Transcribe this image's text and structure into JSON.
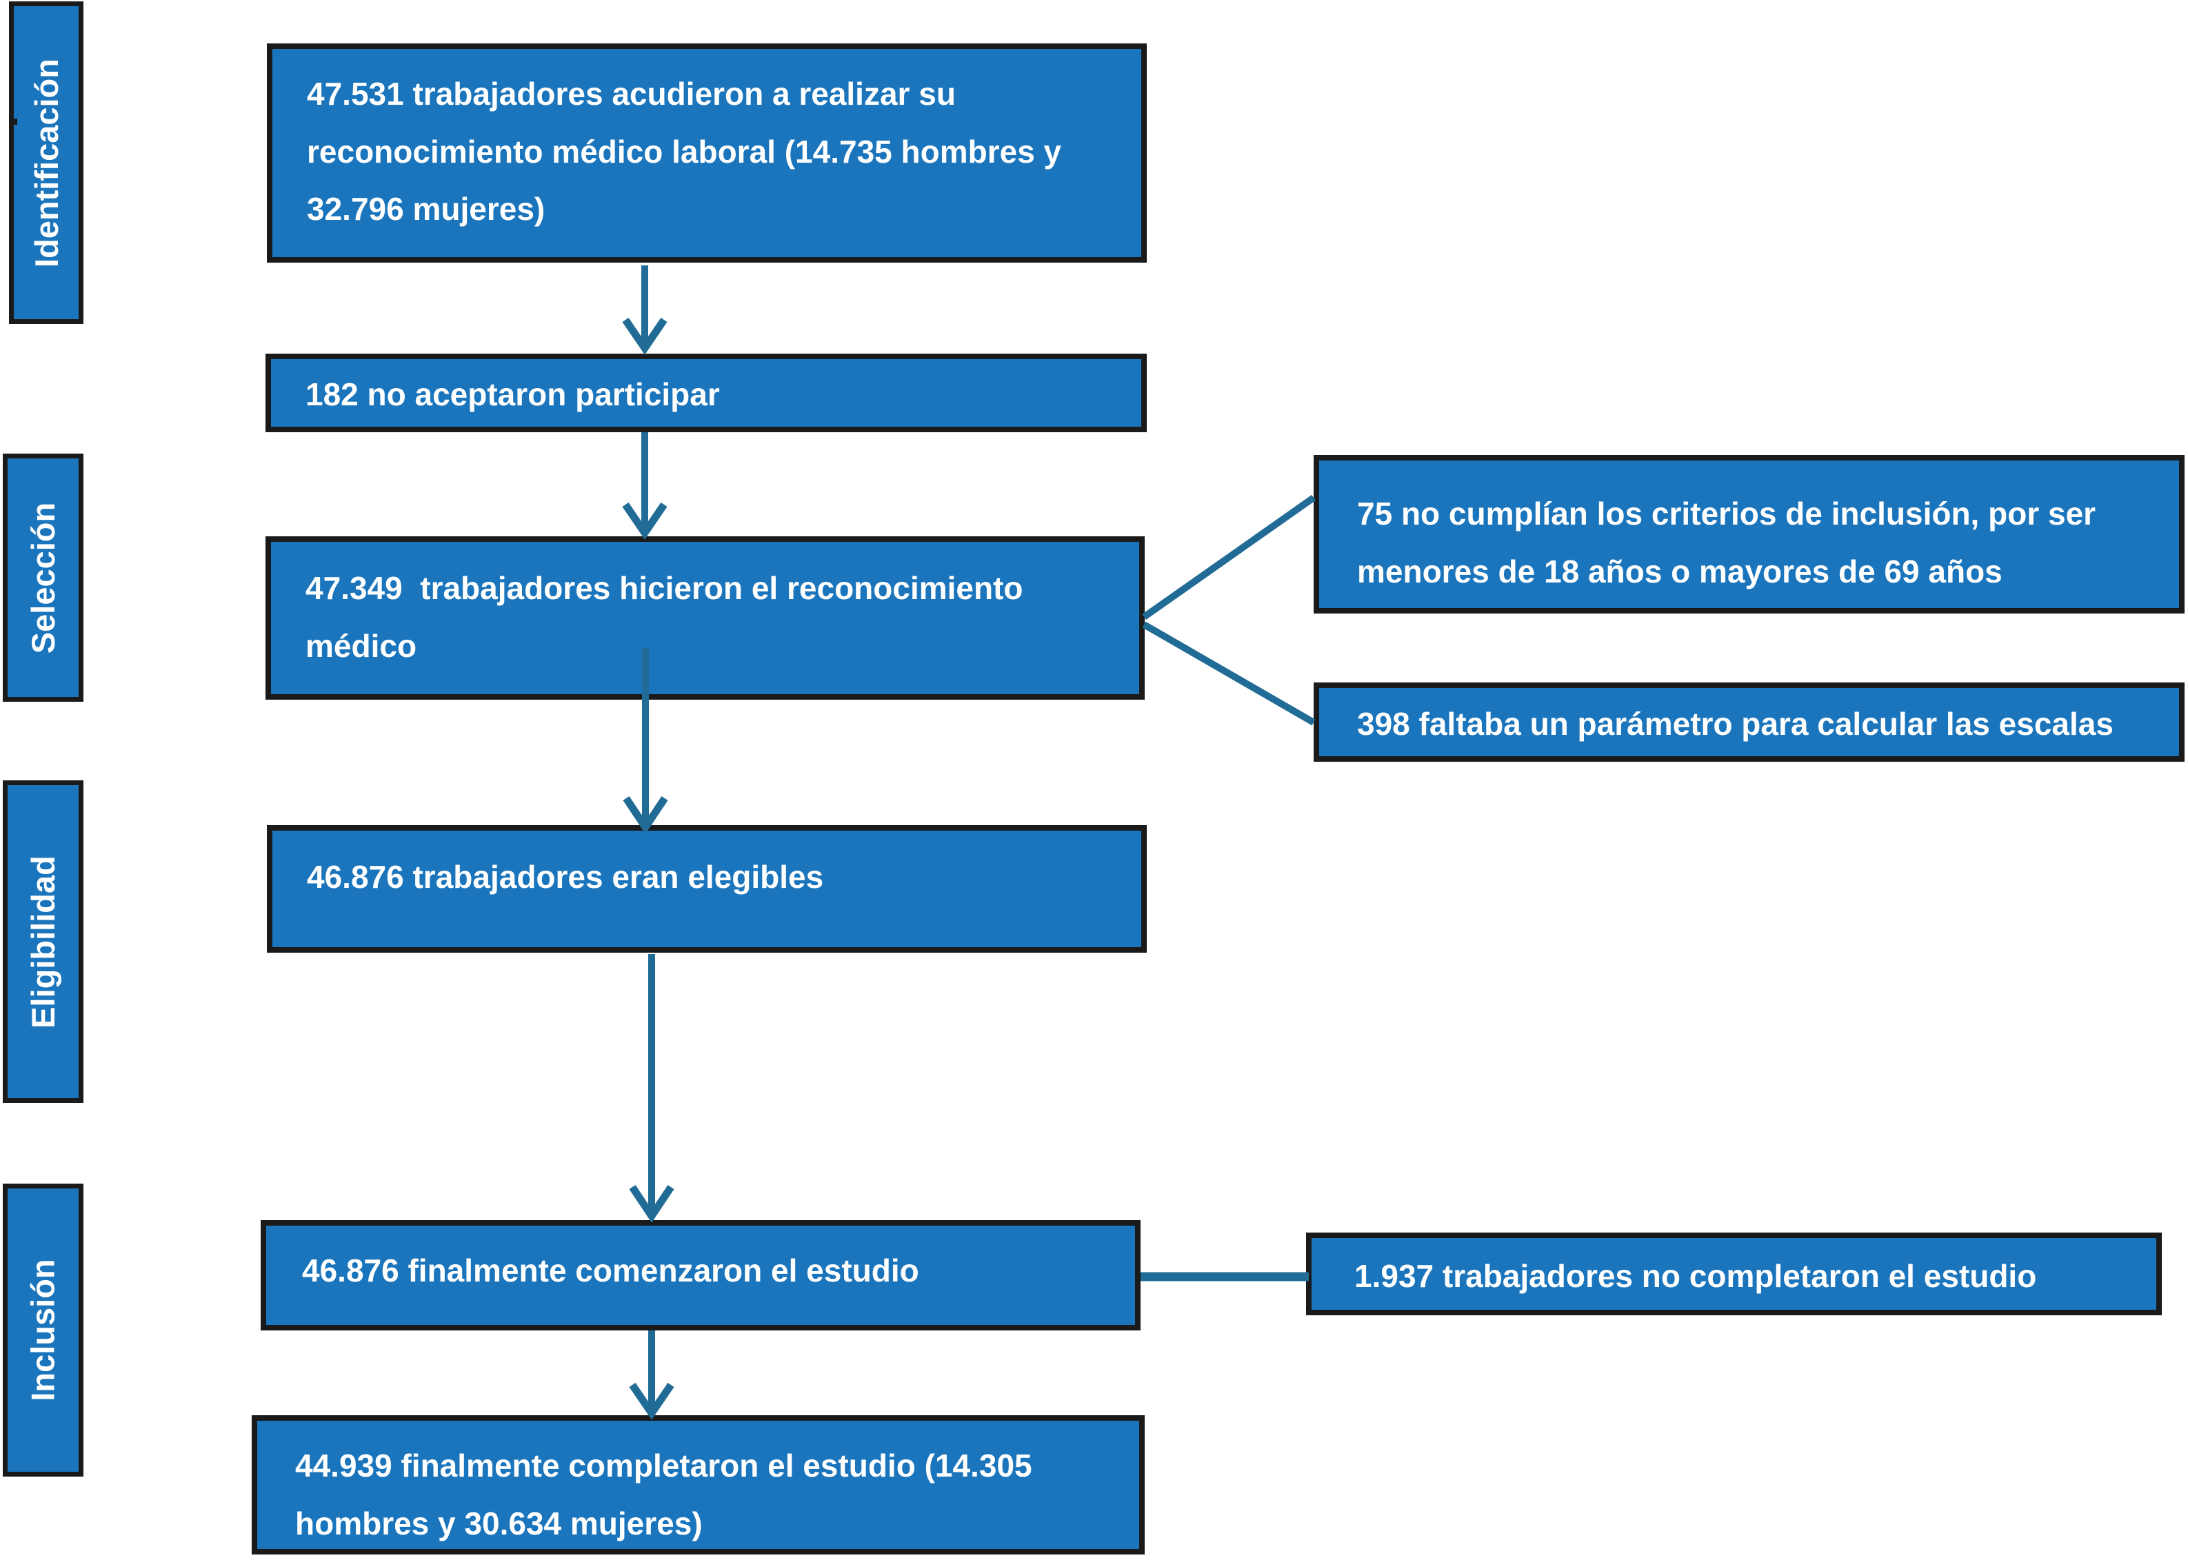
{
  "palette": {
    "box_fill": "#1B75BC",
    "box_border": "#1A1A1A",
    "arrow": "#216C96",
    "text_color": "#FFFFFF",
    "page_bg": "#FFFFFF"
  },
  "stages": [
    {
      "label": "Identificación"
    },
    {
      "label": "Selección"
    },
    {
      "label": "Eligibilidad"
    },
    {
      "label": "Inclusión"
    }
  ],
  "boxes": {
    "attended": {
      "text": "47.531 trabajadores acudieron a realizar su reconocimiento médico laboral (14.735 hombres y 32.796 mujeres)"
    },
    "declined": {
      "text": "182 no aceptaron participar"
    },
    "screened": {
      "text": "47.349  trabajadores hicieron el reconocimiento médico"
    },
    "excluded_age": {
      "text": "75 no cumplían los criterios de inclusión, por ser menores de 18 años o mayores de 69 años"
    },
    "excluded_missing": {
      "text": "398 faltaba un parámetro para calcular las escalas"
    },
    "eligible": {
      "text": "46.876 trabajadores eran elegibles"
    },
    "started": {
      "text": "46.876 finalmente comenzaron el estudio"
    },
    "not_completed": {
      "text": "1.937 trabajadores no completaron el estudio"
    },
    "completed": {
      "text": "44.939 finalmente completaron el estudio (14.305 hombres y 30.634 mujeres)"
    }
  }
}
